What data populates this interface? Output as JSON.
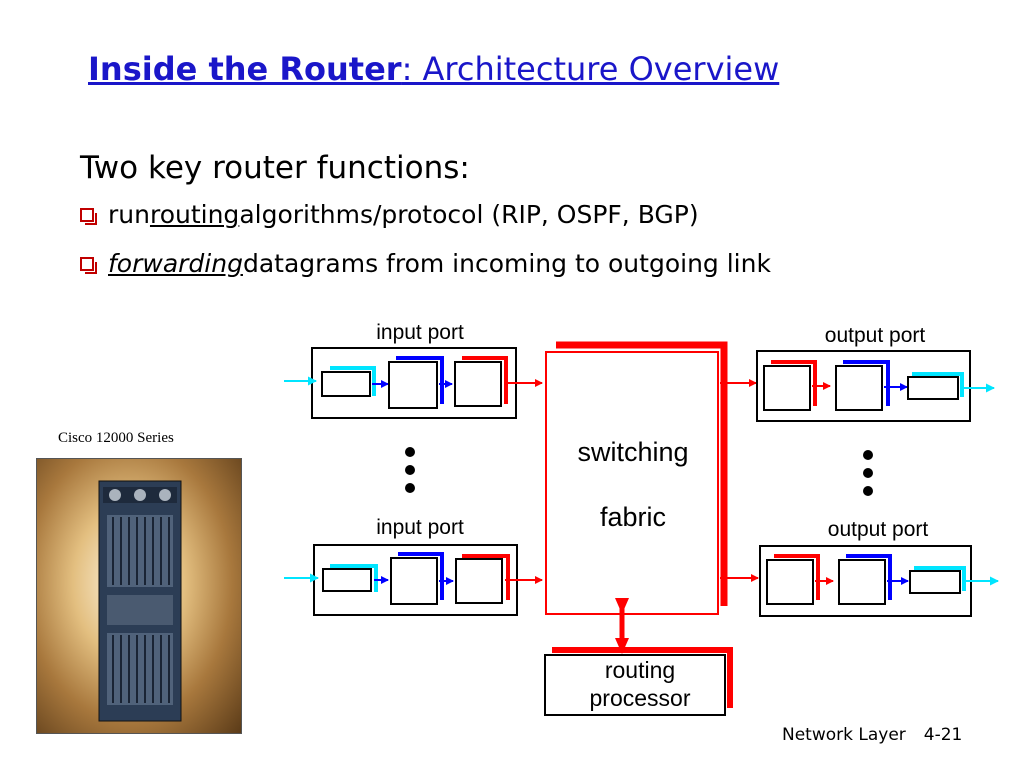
{
  "slide": {
    "title_bold": "Inside the Router",
    "title_rest": ": Architecture Overview",
    "lead": "Two key router functions:",
    "bullets": [
      {
        "pre": "run ",
        "em": "routing",
        "post": " algorithms/protocol (RIP, OSPF, BGP)"
      },
      {
        "pre": "",
        "em": "forwarding",
        "post": " datagrams from incoming to outgoing link"
      }
    ],
    "photo_caption": "Cisco 12000 Series",
    "footer_section": "Network Layer",
    "footer_page": "4-21"
  },
  "diagram": {
    "input_port_top": "input port",
    "input_port_bottom": "input port",
    "output_port_top": "output port",
    "output_port_bottom": "output port",
    "fabric_line1": "switching",
    "fabric_line2": "fabric",
    "routing_line1": "routing",
    "routing_line2": "processor"
  },
  "colors": {
    "title": "#1a16c9",
    "red": "#ff0000",
    "blue": "#0000ff",
    "cyan": "#00ffff",
    "bullet": "#c00000"
  }
}
